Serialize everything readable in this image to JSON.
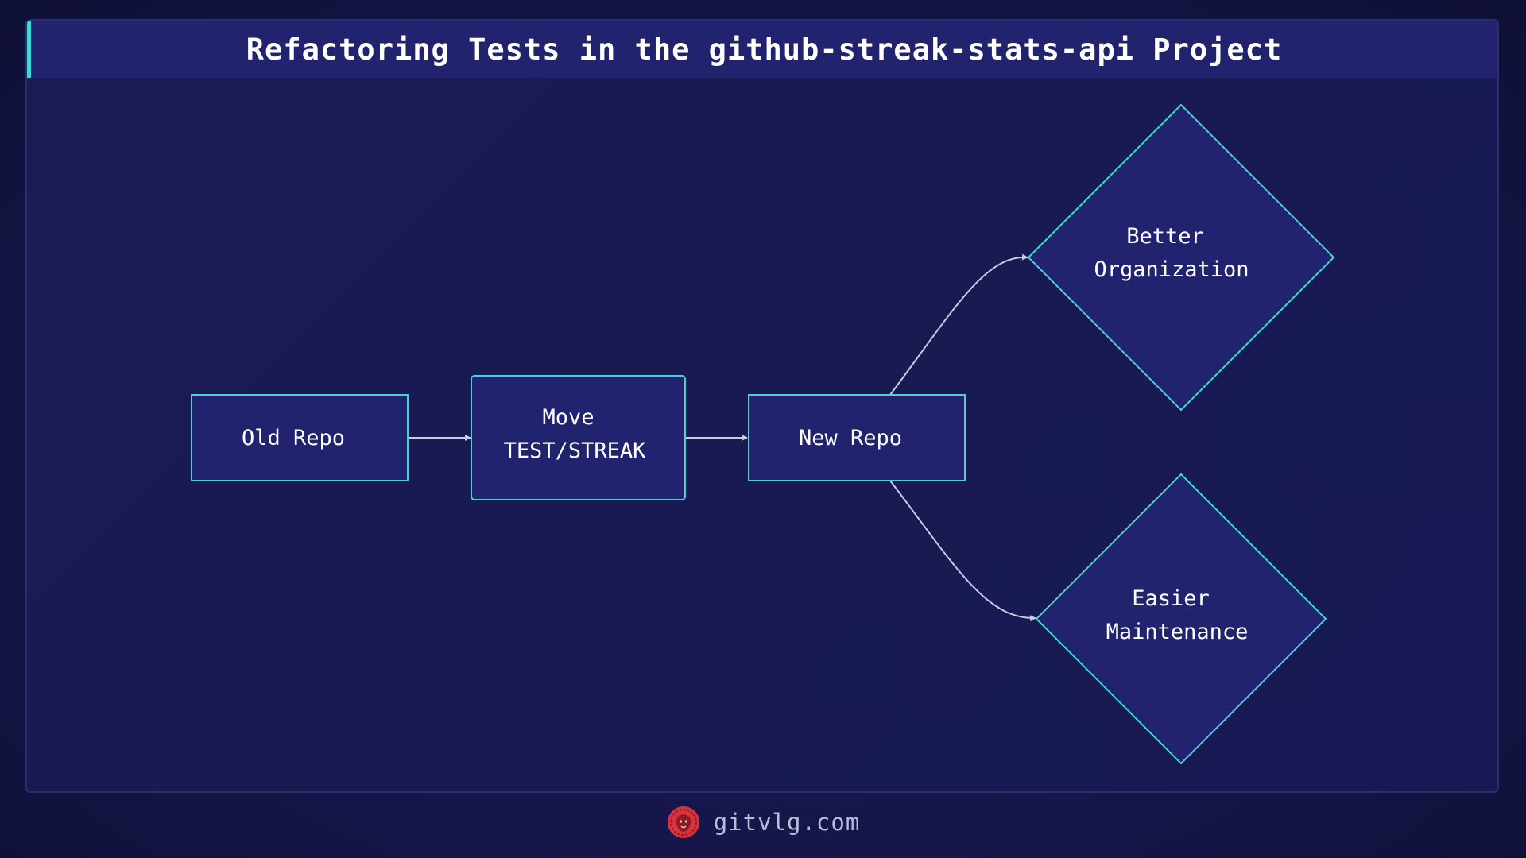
{
  "title": "Refactoring Tests in the github-streak-stats-api Project",
  "nodes": {
    "old_repo": {
      "label": "Old Repo",
      "shape": "rectangle"
    },
    "move": {
      "label_lines": [
        "Move",
        "TEST/STREAK"
      ],
      "shape": "rounded-rectangle"
    },
    "new_repo": {
      "label": "New Repo",
      "shape": "rectangle"
    },
    "better_org": {
      "label_lines": [
        "Better",
        "Organization"
      ],
      "shape": "diamond"
    },
    "easier_maint": {
      "label_lines": [
        "Easier",
        "Maintenance"
      ],
      "shape": "diamond"
    }
  },
  "edges": [
    {
      "from": "old_repo",
      "to": "move"
    },
    {
      "from": "move",
      "to": "new_repo"
    },
    {
      "from": "new_repo",
      "to": "better_org"
    },
    {
      "from": "new_repo",
      "to": "easier_maint"
    }
  ],
  "footer": {
    "logo_icon": "lion-head-icon",
    "text": "gitvlg.com"
  },
  "colors": {
    "node_fill": "#22236f",
    "node_border": "#3fd6d6",
    "edge": "#c9cbe3",
    "accent": "#3fd6d6",
    "logo": "#d9343e"
  }
}
